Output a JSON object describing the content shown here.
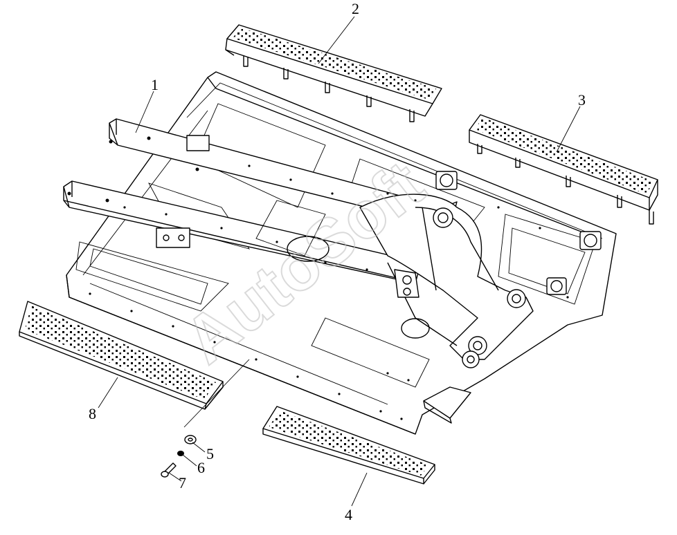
{
  "diagram": {
    "callouts": [
      {
        "id": "1",
        "label": "1"
      },
      {
        "id": "2",
        "label": "2"
      },
      {
        "id": "3",
        "label": "3"
      },
      {
        "id": "4",
        "label": "4"
      },
      {
        "id": "5",
        "label": "5"
      },
      {
        "id": "6",
        "label": "6"
      },
      {
        "id": "7",
        "label": "7"
      },
      {
        "id": "8",
        "label": "8"
      }
    ],
    "watermark": "AutoSoft"
  }
}
